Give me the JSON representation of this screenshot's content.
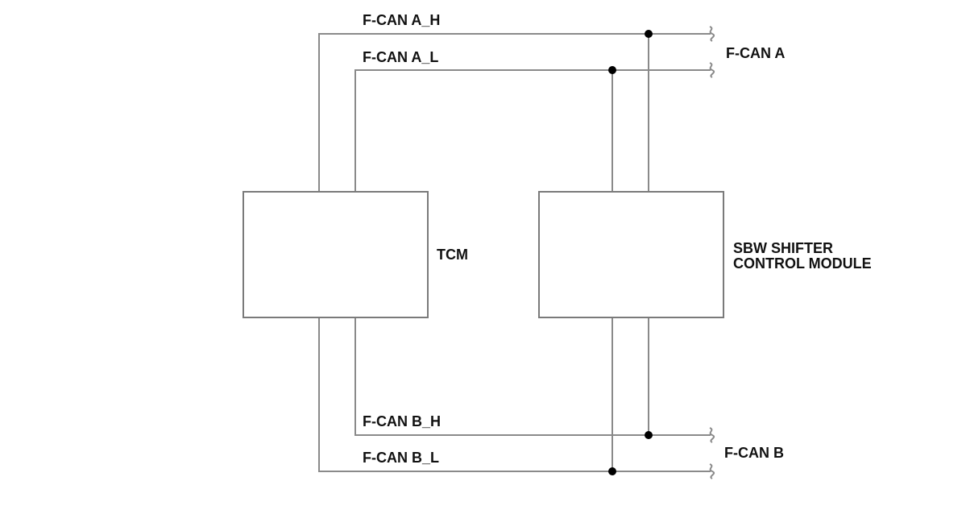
{
  "wires": {
    "can_a_high": "F-CAN A_H",
    "can_a_low": "F-CAN A_L",
    "can_b_high": "F-CAN B_H",
    "can_b_low": "F-CAN B_L"
  },
  "buses": {
    "bus_a": "F-CAN A",
    "bus_b": "F-CAN B"
  },
  "modules": {
    "tcm": "TCM",
    "shifter_line1": "SBW SHIFTER",
    "shifter_line2": "CONTROL MODULE"
  },
  "colors": {
    "wire": "#8a8a8a",
    "box_border": "#7a7a7a",
    "junction": "#000000",
    "text": "#111111"
  }
}
